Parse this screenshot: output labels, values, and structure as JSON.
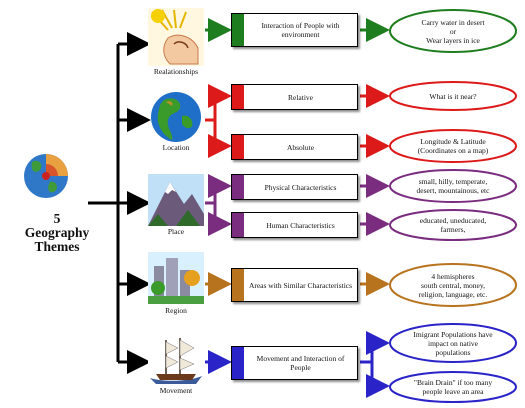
{
  "title": "5\nGeography\nThemes",
  "themes": [
    {
      "label": "Realationships",
      "color": "#1e7d1e",
      "icon": "relationships-icon",
      "branches": [
        {
          "box": "Interaction of People with environment",
          "cloud": "Carry water in desert\nor\nWear layers in ice"
        }
      ]
    },
    {
      "label": "Location",
      "color": "#dd1a1a",
      "icon": "globe-icon",
      "branches": [
        {
          "box": "Relative",
          "cloud": "What is it near?"
        },
        {
          "box": "Absolute",
          "cloud": "Longitude & Latitude\n(Coordinates on a map)"
        }
      ]
    },
    {
      "label": "Place",
      "color": "#7a2c7f",
      "icon": "mountain-icon",
      "branches": [
        {
          "box": "Physical Characteristics",
          "cloud": "small, hilly, temperate,\ndesert, mountainous, etc"
        },
        {
          "box": "Human Characteristics",
          "cloud": "educated, uneducated,\nfarmers,"
        }
      ]
    },
    {
      "label": "Region",
      "color": "#b8731f",
      "icon": "region-icon",
      "branches": [
        {
          "box": "Areas with Similar Characteristics",
          "cloud": "4 hemispheres\nsouth central, money,\nreligion, language, etc."
        }
      ]
    },
    {
      "label": "Movement",
      "color": "#2a24c8",
      "icon": "ship-icon",
      "branches": [
        {
          "box": "Movement and Interaction of People",
          "cloud": "Imigrant Populations have\nimpact on native\npopulations"
        },
        {
          "box": "",
          "cloud": "\"Brain Drain\" if too many\npeople leave an area"
        }
      ]
    }
  ]
}
